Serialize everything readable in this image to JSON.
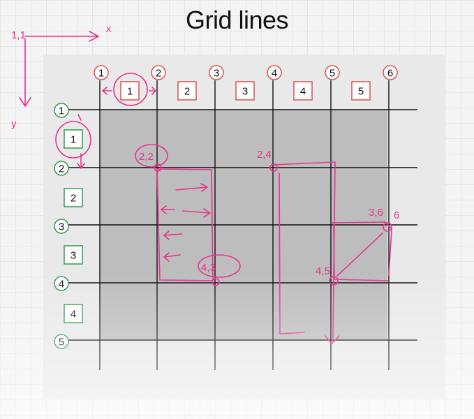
{
  "title": "Grid lines",
  "column_lines": [
    "1",
    "2",
    "3",
    "4",
    "5",
    "6"
  ],
  "column_tracks": [
    "1",
    "2",
    "3",
    "4",
    "5"
  ],
  "row_lines": [
    "1",
    "2",
    "3",
    "4",
    "5"
  ],
  "row_tracks": [
    "1",
    "2",
    "3",
    "4"
  ],
  "axes": {
    "origin": "1,1",
    "x": "x",
    "y": "y"
  },
  "annotations": {
    "item_a_start": "2,2",
    "item_a_end": "4,3",
    "item_b_start": "2,4",
    "item_c_start": "3,6",
    "item_c_end": "4,5"
  },
  "colors": {
    "column_marker": "#d9534f",
    "row_marker": "#2e9e4f",
    "grid_fill": "#bdbdbd",
    "ink": "#e6348c"
  }
}
